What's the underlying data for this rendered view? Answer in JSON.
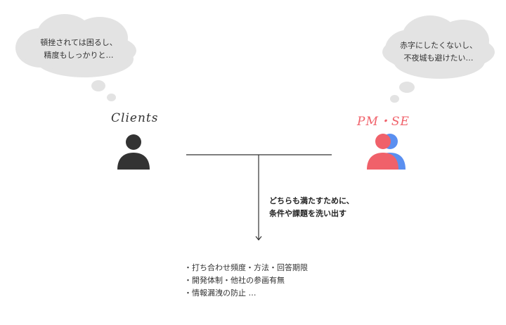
{
  "left_bubble": {
    "line1": "頓挫されては困るし、",
    "line2": "精度もしっかりと…"
  },
  "right_bubble": {
    "line1": "赤字にしたくないし、",
    "line2": "不夜城も避けたい…"
  },
  "clients": {
    "label": "Clients",
    "icon_color": "#333333"
  },
  "pm_se": {
    "label": "PM・SE",
    "label_color": "#f0616a",
    "icon_front_color": "#f0616a",
    "icon_back_color": "#5a8ff0"
  },
  "note": {
    "line1": "どちらも満たすために、",
    "line2": "条件や課題を洗い出す"
  },
  "conditions": [
    "・打ち合わせ頻度・方法・回答期限",
    "・開発体制・他社の参画有無",
    "・情報漏洩の防止 …"
  ]
}
